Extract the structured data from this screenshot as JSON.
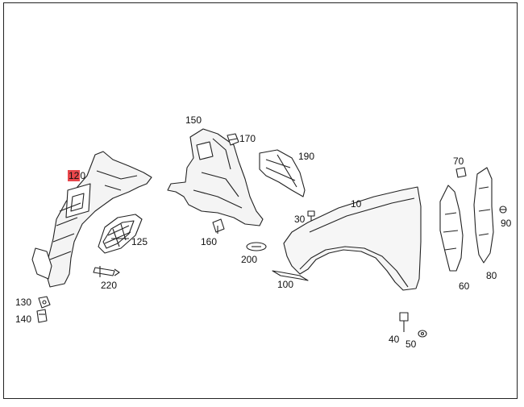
{
  "diagram": {
    "highlight_color": "#e8464b",
    "callouts": [
      {
        "id": "10",
        "text": "10"
      },
      {
        "id": "30",
        "text": "30"
      },
      {
        "id": "40",
        "text": "40"
      },
      {
        "id": "50",
        "text": "50"
      },
      {
        "id": "60",
        "text": "60"
      },
      {
        "id": "70",
        "text": "70"
      },
      {
        "id": "80",
        "text": "80"
      },
      {
        "id": "90",
        "text": "90"
      },
      {
        "id": "100",
        "text": "100"
      },
      {
        "id": "120",
        "text": "12",
        "suffix": "0"
      },
      {
        "id": "125",
        "text": "125"
      },
      {
        "id": "130",
        "text": "130"
      },
      {
        "id": "140",
        "text": "140"
      },
      {
        "id": "150",
        "text": "150"
      },
      {
        "id": "160",
        "text": "160"
      },
      {
        "id": "170",
        "text": "170"
      },
      {
        "id": "190",
        "text": "190"
      },
      {
        "id": "200",
        "text": "200"
      },
      {
        "id": "220",
        "text": "220"
      }
    ]
  }
}
